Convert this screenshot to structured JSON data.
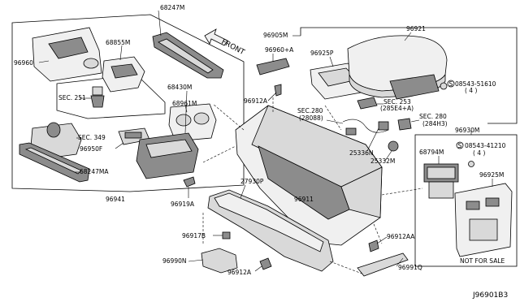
{
  "labels": {
    "p68247M": "68247M",
    "p68855M": "68855M",
    "p96960": "96960",
    "sec251": "SEC. 251",
    "sec349": "SEC. 349",
    "p96950F": "96950F",
    "p68430M": "68430M",
    "p68961M": "68961M",
    "p68247MA": "68247MA",
    "p96941": "96941",
    "front": "FRONT",
    "p96905M": "96905M",
    "p96960A": "96960+A",
    "p96912A_top": "96912A",
    "p96925P": "96925P",
    "p96921": "96921",
    "bolt_top": "08543-51610",
    "bolt_top_qty": "( 4 )",
    "sec280a": "SEC.280",
    "sec280a_sub": "(28088)",
    "sec253": "SEC. 253",
    "sec253_sub": "(285E4+A)",
    "sec280b": "SEC. 280",
    "sec280b_sub": "(284H3)",
    "p25336N": "25336N",
    "p25332M": "25332M",
    "p96930M": "96930M",
    "p68794M": "68794M",
    "bolt_right": "08543-41210",
    "bolt_right_qty": "( 4 )",
    "p96925M": "96925M",
    "p96919A": "96919A",
    "p27930P": "27930P",
    "p96911": "96911",
    "p96917B": "96917B",
    "p96912AA": "96912AA",
    "p96990N": "96990N",
    "p96912A_bot": "96912A",
    "p96991Q": "96991Q",
    "not_for_sale": "NOT FOR SALE",
    "diagram_id": "J96901B3"
  }
}
